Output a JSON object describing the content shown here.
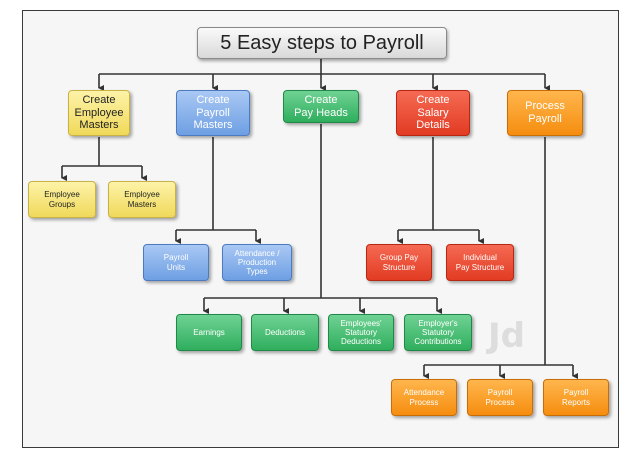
{
  "title": "5 Easy steps to Payroll",
  "watermark": "Jd",
  "nodes": {
    "employee_masters": "Create\nEmployee\nMasters",
    "payroll_masters": "Create\nPayroll\nMasters",
    "pay_heads": "Create\nPay Heads",
    "salary_details": "Create\nSalary\nDetails",
    "process_payroll": "Process\nPayroll",
    "employee_groups": "Employee\nGroups",
    "employee_masters_sub": "Employee\nMasters",
    "payroll_units": "Payroll\nUnits",
    "attendance_types": "Attendance /\nProduction\nTypes",
    "group_pay": "Group Pay\nStructure",
    "individual_pay": "Individual\nPay Structure",
    "earnings": "Earnings",
    "deductions": "Deductions",
    "employee_statutory": "Employees'\nStatutory\nDeductions",
    "employer_statutory": "Employer's\nStatutory\nContributions",
    "attendance_process": "Attendance\nProcess",
    "payroll_process": "Payroll\nProcess",
    "payroll_reports": "Payroll\nReports"
  },
  "colors": {
    "yellow": "#f0d95a",
    "blue": "#6e9fe3",
    "green": "#2fae5d",
    "red": "#e23b23",
    "orange": "#f58d0f",
    "connector": "#333333"
  }
}
